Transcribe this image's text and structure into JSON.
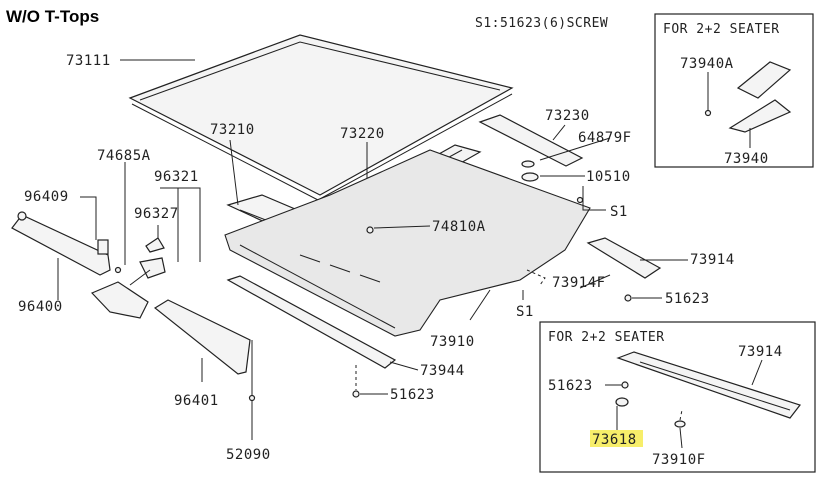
{
  "title": "W/O T-Tops",
  "screw_note": "S1:51623(6)SCREW",
  "inset_top_title": "FOR 2+2 SEATER",
  "inset_bottom_title": "FOR 2+2 SEATER",
  "highlight_color": "#f7ee6a",
  "labels": {
    "p73111": "73111",
    "p73210": "73210",
    "p73220": "73220",
    "p73230": "73230",
    "p64879F": "64879F",
    "p10510": "10510",
    "pS1a": "S1",
    "p74685A": "74685A",
    "p96409": "96409",
    "p96321": "96321",
    "p96327": "96327",
    "p74810A": "74810A",
    "p73914": "73914",
    "p73914F": "73914F",
    "p51623a": "51623",
    "pS1b": "S1",
    "p96400": "96400",
    "p73910": "73910",
    "p73944": "73944",
    "p51623b": "51623",
    "p96401": "96401",
    "p52090": "52090",
    "p73940A": "73940A",
    "p73940": "73940",
    "p73914b": "73914",
    "p51623c": "51623",
    "p73618": "73618",
    "p73910F": "73910F"
  }
}
